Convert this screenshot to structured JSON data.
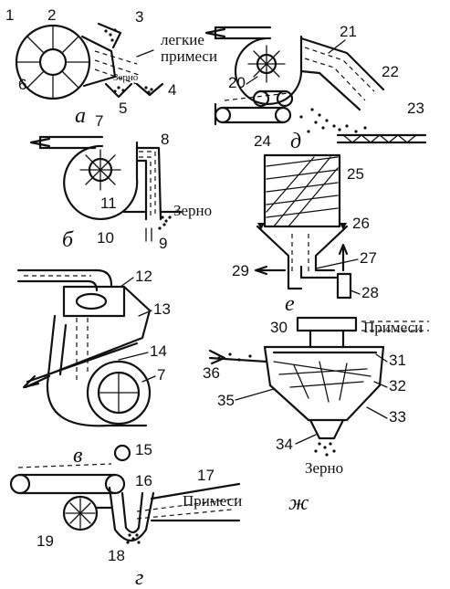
{
  "labels": {
    "n1": "1",
    "n2": "2",
    "n3": "3",
    "n4": "4",
    "n5": "5",
    "n6": "6",
    "n7a": "7",
    "n7b": "7",
    "n8": "8",
    "n9": "9",
    "n10": "10",
    "n11": "11",
    "n12": "12",
    "n13": "13",
    "n14": "14",
    "n15": "15",
    "n16": "16",
    "n17": "17",
    "n18": "18",
    "n19": "19",
    "n20": "20",
    "n21": "21",
    "n22": "22",
    "n23": "23",
    "n24": "24",
    "n25": "25",
    "n26": "26",
    "n27": "27",
    "n28": "28",
    "n29": "29",
    "n30": "30",
    "n31": "31",
    "n32": "32",
    "n33": "33",
    "n34": "34",
    "n35": "35",
    "n36": "36"
  },
  "texts": {
    "light_impurities_1": "легкие",
    "light_impurities_2": "примеси",
    "grain_small": "Зерно",
    "grain_b": "Зерно",
    "impurities_zh": "Примеси",
    "grain_zh": "Зерно",
    "impurities_g": "Примеси"
  },
  "letters": {
    "a": "а",
    "b": "б",
    "v": "в",
    "g": "г",
    "d": "д",
    "e": "е",
    "zh": "ж"
  }
}
